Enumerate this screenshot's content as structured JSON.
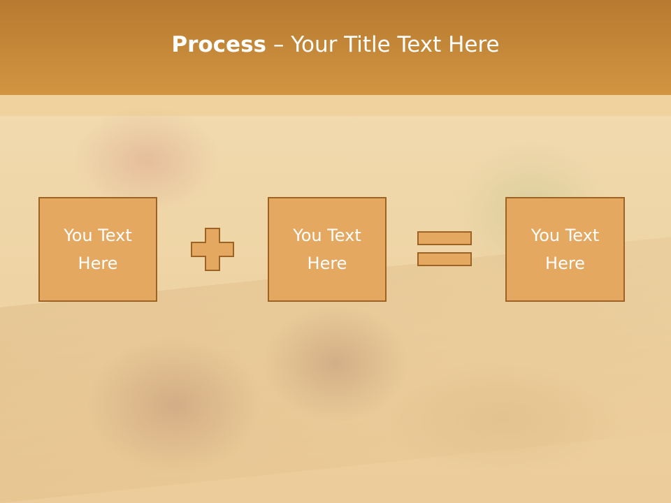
{
  "title": {
    "bold": "Process",
    "rest": " – Your Title Text Here"
  },
  "boxes": [
    {
      "label": "You Text\nHere"
    },
    {
      "label": "You Text\nHere"
    },
    {
      "label": "You Text\nHere"
    }
  ],
  "icons": {
    "operator_1": "plus-icon",
    "operator_2": "equals-icon"
  },
  "colors": {
    "title_bar": "#c48635",
    "box_fill": "#e4a861",
    "box_border": "#9c6324",
    "text": "#ffffff"
  }
}
